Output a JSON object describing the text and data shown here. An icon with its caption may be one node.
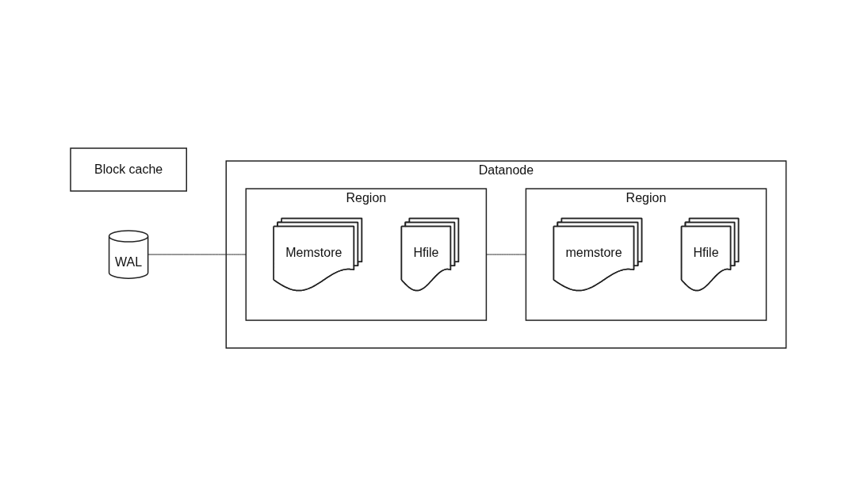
{
  "diagram": {
    "nodes": [
      {
        "text": [
          "Block cache"
        ]
      },
      {
        "text": [
          "WAL"
        ]
      },
      {
        "text": [
          "Datanode"
        ]
      },
      {
        "text": [
          "Region"
        ],
        "in": 2
      },
      {
        "text": [
          "Memstore"
        ],
        "in": 3
      },
      {
        "text": [
          "Hfile"
        ],
        "in": 3
      },
      {
        "text": [
          "Region"
        ],
        "in": 2
      },
      {
        "text": [
          "memstore"
        ],
        "in": 6
      },
      {
        "text": [
          "Hfile"
        ],
        "in": 6
      }
    ],
    "edges": [
      {
        "from": 1,
        "to": 3,
        "arrow": "none"
      },
      {
        "from": 3,
        "to": 6,
        "arrow": "none"
      }
    ]
  }
}
